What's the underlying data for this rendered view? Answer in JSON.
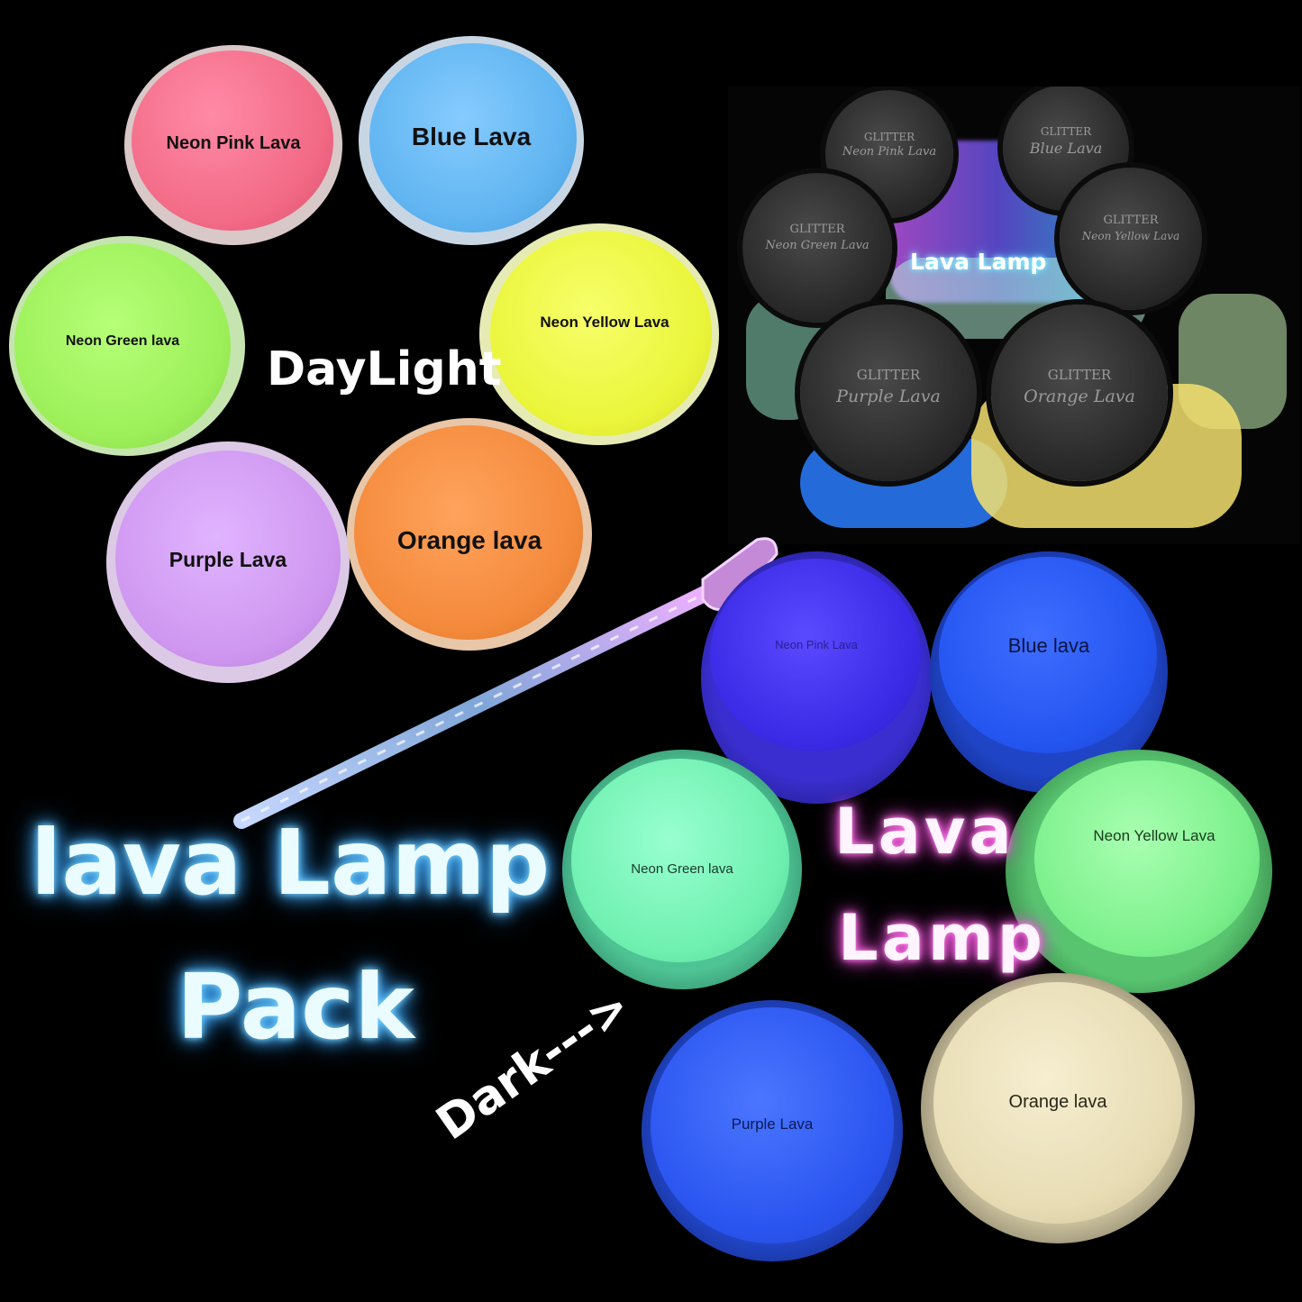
{
  "colors": {
    "background": "#000000",
    "title_glow": "#7fd8ff",
    "lava_lamp_glow": "#ff8cf0"
  },
  "title": {
    "line1": "lava Lamp",
    "line2": "Pack"
  },
  "daylight": {
    "label": "DayLight",
    "jars": [
      {
        "label": "Neon Pink Lava",
        "color": "#f26a86"
      },
      {
        "label": "Blue Lava",
        "color": "#5fb4f0"
      },
      {
        "label": "Neon Green lava",
        "color": "#9df05a"
      },
      {
        "label": "Neon Yellow Lava",
        "color": "#eaf53a"
      },
      {
        "label": "Purple Lava",
        "color": "#cf97f0"
      },
      {
        "label": "Orange lava",
        "color": "#f48a3c"
      }
    ]
  },
  "photo": {
    "label": "Lava Lamp",
    "jar_text_line1": "GLITTER",
    "jar_names": [
      "Neon Pink Lava",
      "Blue Lava",
      "Neon Green Lava",
      "Neon Yellow Lava",
      "Purple Lava",
      "Orange Lava"
    ]
  },
  "dark": {
    "label": "Dark--->",
    "glow_label_line1": "Lava",
    "glow_label_line2": "Lamp",
    "jars": [
      {
        "label": "Neon Pink Lava",
        "color": "#3b2ae6"
      },
      {
        "label": "Blue lava",
        "color": "#2455f0"
      },
      {
        "label": "Neon Green lava",
        "color": "#6ff0b0"
      },
      {
        "label": "Neon Yellow Lava",
        "color": "#7cf08c"
      },
      {
        "label": "Purple Lava",
        "color": "#2b55f0"
      },
      {
        "label": "Orange lava",
        "color": "#e7dcb4"
      }
    ]
  }
}
